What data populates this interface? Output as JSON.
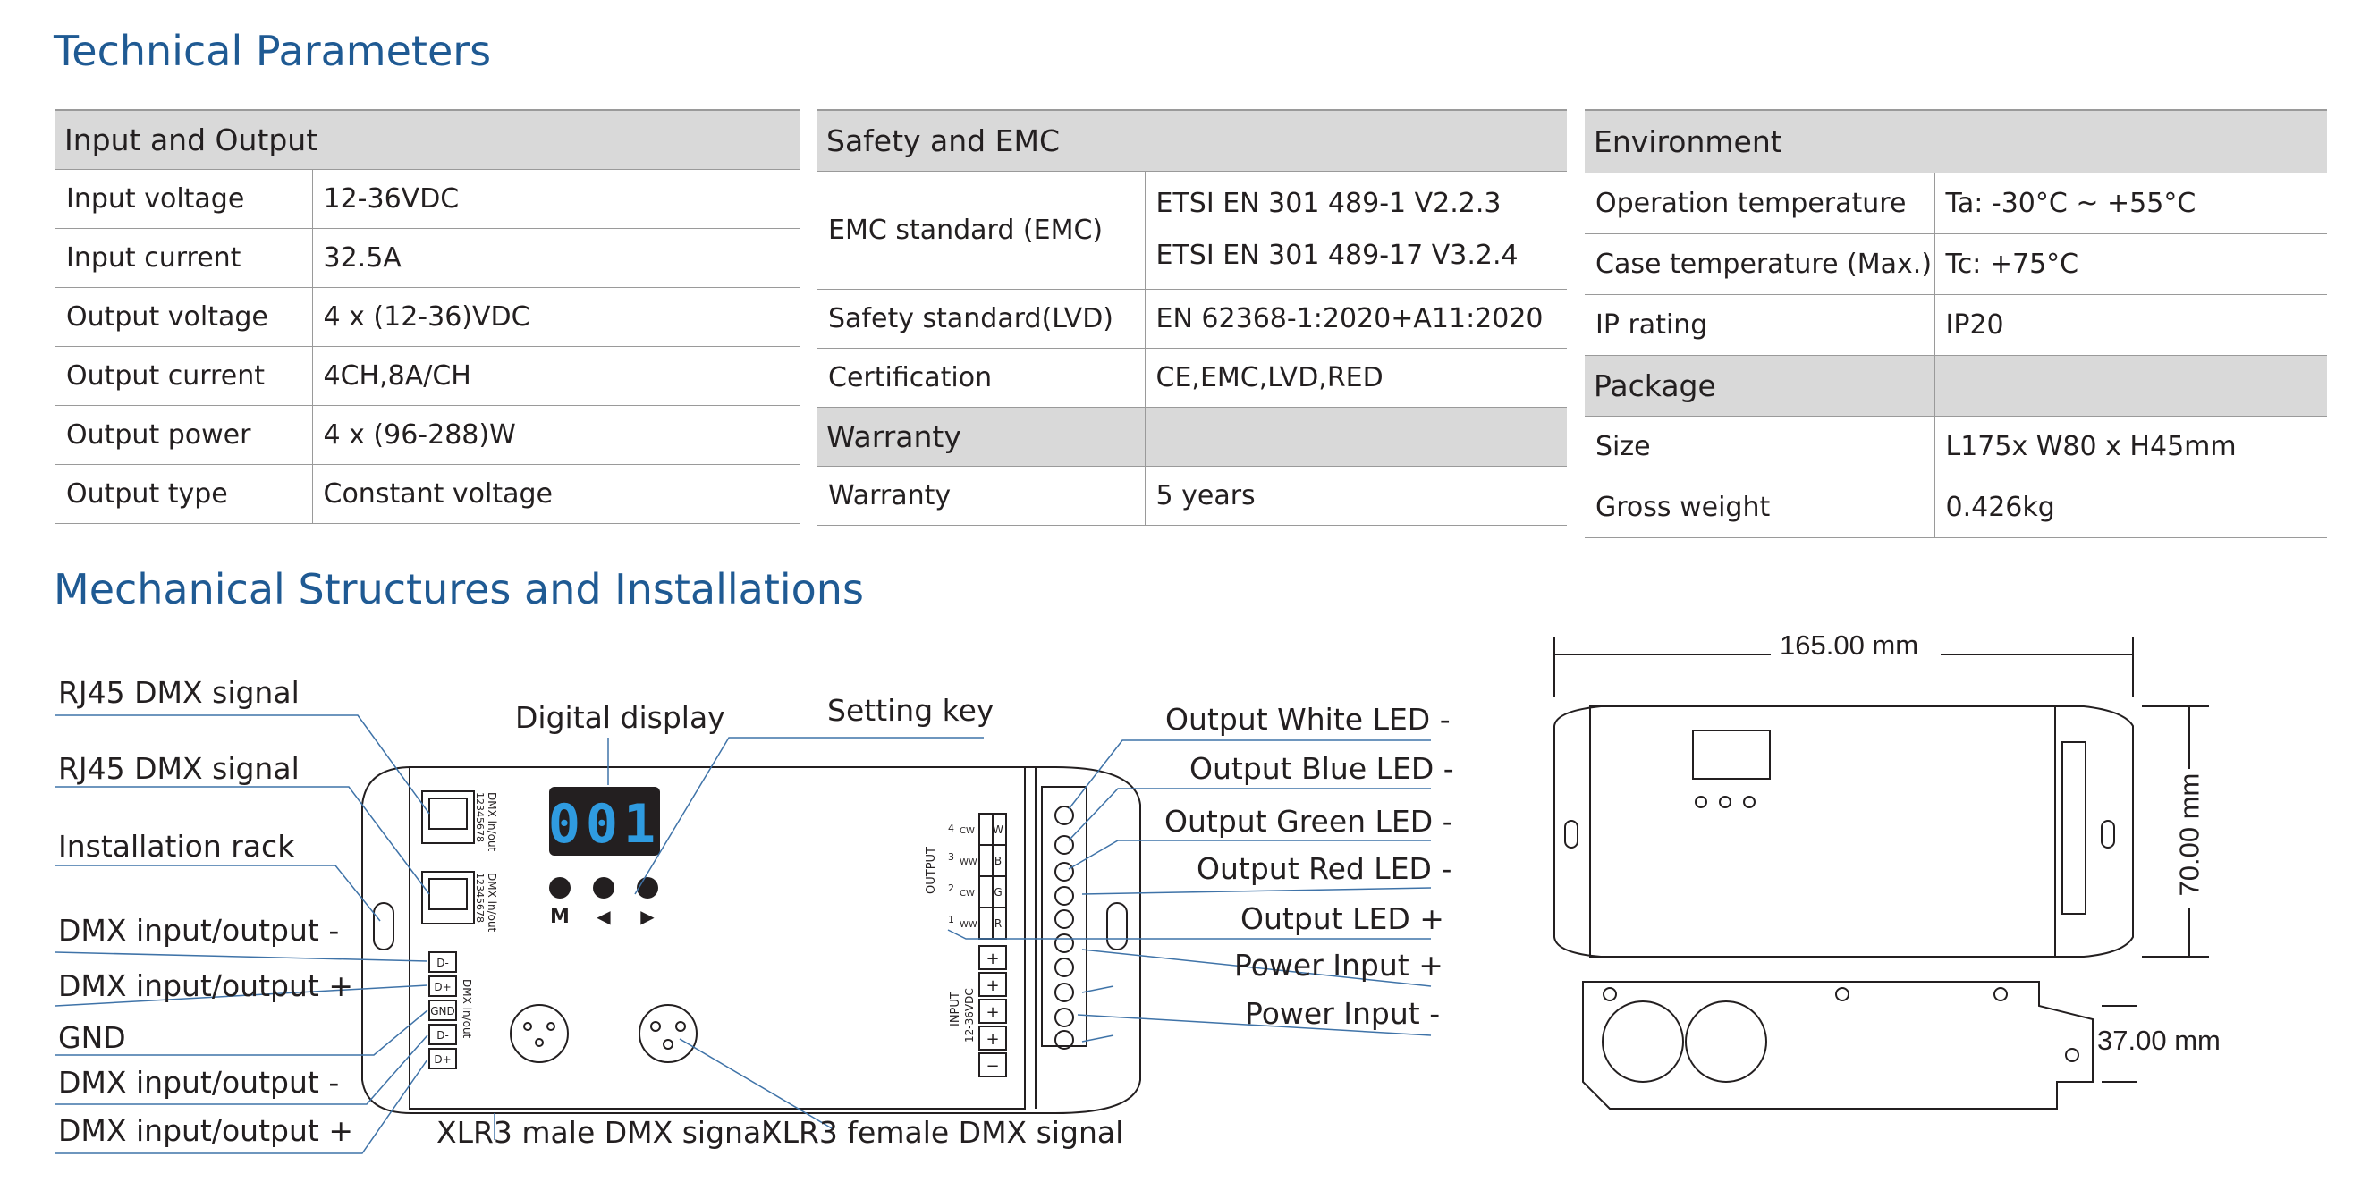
{
  "titles": {
    "technical": "Technical Parameters",
    "mechanical": "Mechanical Structures and Installations"
  },
  "table_io": {
    "header": "Input and Output",
    "rows": [
      {
        "label": "Input voltage",
        "value": "12-36VDC"
      },
      {
        "label": "Input current",
        "value": "32.5A"
      },
      {
        "label": "Output voltage",
        "value": "4 x (12-36)VDC"
      },
      {
        "label": "Output current",
        "value": "4CH,8A/CH"
      },
      {
        "label": "Output power",
        "value": "4 x (96-288)W"
      },
      {
        "label": "Output type",
        "value": "Constant voltage"
      }
    ]
  },
  "table_safety": {
    "header": "Safety and EMC",
    "emc_label": "EMC standard (EMC)",
    "emc_values": [
      "ETSI EN 301 489-1 V2.2.3",
      "ETSI EN 301 489-17 V3.2.4"
    ],
    "safety_label": "Safety standard(LVD)",
    "safety_value": "EN 62368-1:2020+A11:2020",
    "cert_label": "Certification",
    "cert_value": "CE,EMC,LVD,RED",
    "warranty_header": "Warranty",
    "warranty_label": "Warranty",
    "warranty_value": "5 years"
  },
  "table_env": {
    "header": "Environment",
    "rows": [
      {
        "label": "Operation temperature",
        "value": "Ta: -30°C ~ +55°C"
      },
      {
        "label": "Case temperature (Max.)",
        "value": "Tc: +75°C"
      },
      {
        "label": "IP rating",
        "value": "IP20"
      }
    ],
    "package_header": "Package",
    "package_rows": [
      {
        "label": "Size",
        "value": "L175x W80 x H45mm"
      },
      {
        "label": "Gross weight",
        "value": "0.426kg"
      }
    ]
  },
  "diagram": {
    "left_labels": [
      "RJ45 DMX signal",
      "RJ45 DMX signal",
      "Installation rack",
      "DMX input/output -",
      "DMX input/output +",
      "GND",
      "DMX input/output -",
      "DMX input/output +"
    ],
    "top_labels": {
      "display": "Digital display",
      "key": "Setting key"
    },
    "bottom_labels": {
      "male": "XLR3 male DMX signal",
      "female": "XLR3 female DMX signal"
    },
    "right_labels": [
      "Output White LED -",
      "Output Blue LED -",
      "Output Green LED -",
      "Output Red LED -",
      "Output LED +",
      "Power Input +",
      "Power Input -"
    ],
    "display_value": "001",
    "key_labels": [
      "M",
      "◀",
      "▶"
    ],
    "dmx_terminals": [
      "D-",
      "D+",
      "GND",
      "D-",
      "D+"
    ],
    "device_text": {
      "dmx_in_out": "DMX in/out",
      "pins": "12345678",
      "dmx_in_out_small": "DMX in/out",
      "output": "OUTPUT",
      "input": "INPUT",
      "input_voltage": "12-36VDC",
      "channel_numbers": [
        "4",
        "3",
        "2",
        "1"
      ],
      "color_codes_a": [
        "CW",
        "WW",
        "CW",
        "WW"
      ],
      "color_codes_b": [
        "W",
        "B",
        "G",
        "R"
      ],
      "plus": "+",
      "minus": "−"
    }
  },
  "dimensions": {
    "length": "165.00 mm",
    "width": "70.00 mm",
    "height": "37.00 mm"
  }
}
